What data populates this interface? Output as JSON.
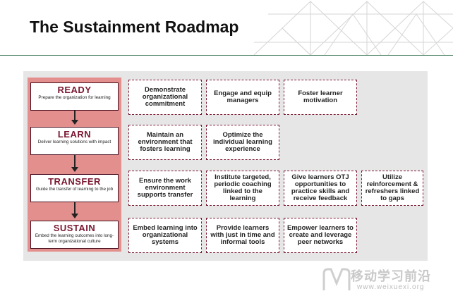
{
  "title": "The Sustainment Roadmap",
  "stages": [
    {
      "name": "READY",
      "description": "Prepare the organization for learning",
      "activities": [
        "Demonstrate organizational commitment",
        "Engage and equip managers",
        "Foster learner motivation"
      ]
    },
    {
      "name": "LEARN",
      "description": "Deliver learning solutions with impact",
      "activities": [
        "Maintain an environment that fosters learning",
        "Optimize the individual learning experience"
      ]
    },
    {
      "name": "TRANSFER",
      "description": "Guide the transfer of learning to the job",
      "activities": [
        "Ensure the work environment supports transfer",
        "Institute targeted, periodic coaching linked to the learning",
        "Give learners OTJ opportunities to practice skills and receive feedback",
        "Utilize reinforcement & refreshers linked to gaps"
      ]
    },
    {
      "name": "SUSTAIN",
      "description": "Embed the learning outcomes into long-term organizational culture",
      "activities": [
        "Embed learning into organizational systems",
        "Provide learners with just in time and informal tools",
        "Empower learners to create and leverage peer networks"
      ]
    }
  ],
  "watermark": {
    "chinese_text": "移动学习前沿",
    "url": "www.weixuexi.org"
  },
  "colors": {
    "stage_column": "#e38f8d",
    "stage_text": "#7a1831",
    "panel": "#e6e6e6",
    "rule": "#4a7d60"
  }
}
